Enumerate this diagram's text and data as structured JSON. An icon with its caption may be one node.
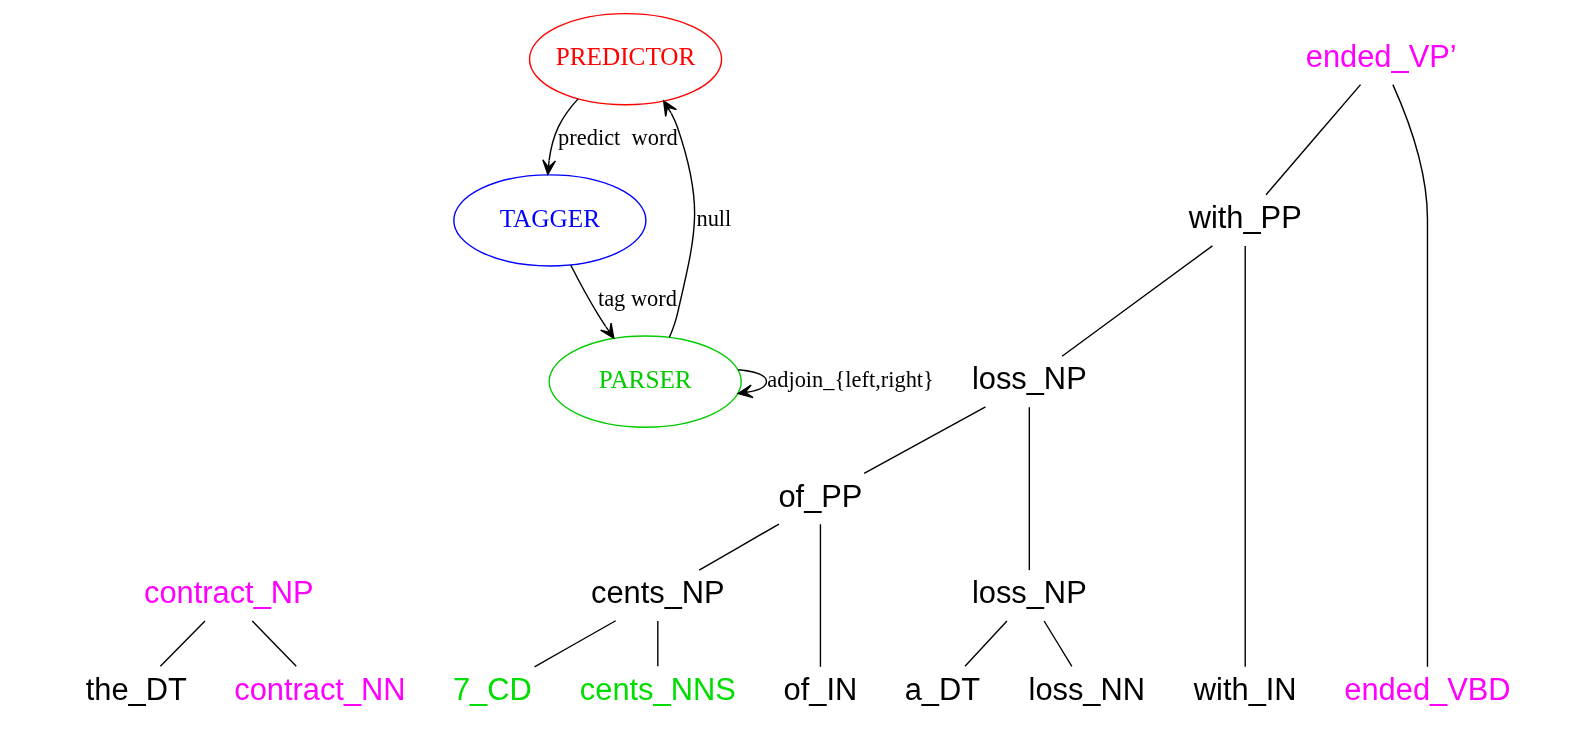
{
  "diagram": {
    "nodes": [
      {
        "text": [
          "PREDICTOR"
        ]
      },
      {
        "text": [
          "TAGGER"
        ]
      },
      {
        "text": [
          "PARSER"
        ]
      },
      {
        "text": [
          "contract_NP"
        ]
      },
      {
        "text": [
          "the_DT"
        ]
      },
      {
        "text": [
          "contract_NN"
        ]
      },
      {
        "text": [
          "ended_VP’"
        ]
      },
      {
        "text": [
          "with_PP"
        ]
      },
      {
        "text": [
          "loss_NP"
        ]
      },
      {
        "text": [
          "of_PP"
        ]
      },
      {
        "text": [
          "loss_NP"
        ]
      },
      {
        "text": [
          "cents_NP"
        ]
      },
      {
        "text": [
          "ended_VBD"
        ]
      },
      {
        "text": [
          "with_IN"
        ]
      },
      {
        "text": [
          "a_DT"
        ]
      },
      {
        "text": [
          "loss_NN"
        ]
      },
      {
        "text": [
          "of_IN"
        ]
      },
      {
        "text": [
          "7_CD"
        ]
      },
      {
        "text": [
          "cents_NNS"
        ]
      }
    ],
    "edges": [
      {
        "from": 0,
        "to": 1,
        "arrow": "to",
        "label": "predict  word"
      },
      {
        "from": 1,
        "to": 2,
        "arrow": "to",
        "label": "tag word"
      },
      {
        "from": 2,
        "to": 0,
        "arrow": "to",
        "label": "null"
      },
      {
        "from": 2,
        "to": 2,
        "arrow": "to",
        "label": "adjoin_{left,right}"
      },
      {
        "from": 3,
        "to": 4,
        "arrow": "none"
      },
      {
        "from": 3,
        "to": 5,
        "arrow": "none"
      },
      {
        "from": 6,
        "to": 12,
        "arrow": "none"
      },
      {
        "from": 6,
        "to": 7,
        "arrow": "none"
      },
      {
        "from": 7,
        "to": 13,
        "arrow": "none"
      },
      {
        "from": 7,
        "to": 8,
        "arrow": "none"
      },
      {
        "from": 8,
        "to": 10,
        "arrow": "none"
      },
      {
        "from": 8,
        "to": 9,
        "arrow": "none"
      },
      {
        "from": 10,
        "to": 14,
        "arrow": "none"
      },
      {
        "from": 10,
        "to": 15,
        "arrow": "none"
      },
      {
        "from": 9,
        "to": 16,
        "arrow": "none"
      },
      {
        "from": 9,
        "to": 11,
        "arrow": "none"
      },
      {
        "from": 11,
        "to": 17,
        "arrow": "none"
      },
      {
        "from": 11,
        "to": 18,
        "arrow": "none"
      }
    ]
  }
}
